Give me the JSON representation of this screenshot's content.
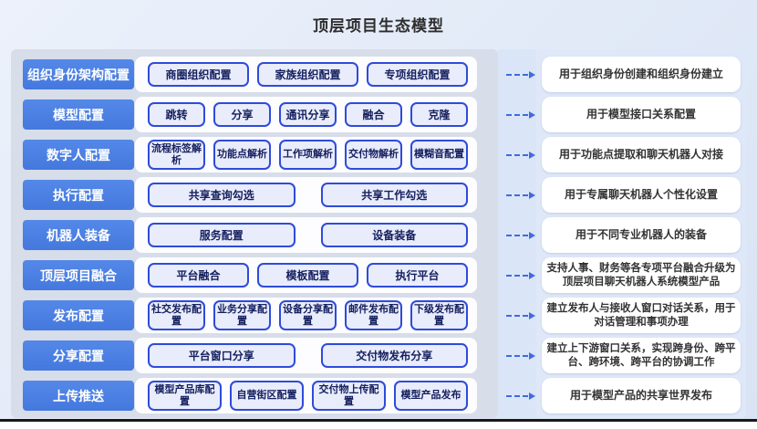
{
  "title": "顶层项目生态模型",
  "colors": {
    "category_blue": "#4a7ee2",
    "button_border_blue": "#2e4bd9",
    "button_fill": "#e9ecfb",
    "arrow_blue": "#3f6be0",
    "panel_bg": "#d7dde9"
  },
  "rows": [
    {
      "label": "组织身份架构配置",
      "buttons": [
        "商圈组织配置",
        "家族组织配置",
        "专项组织配置"
      ],
      "desc": "用于组织身份创建和组织身份建立"
    },
    {
      "label": "模型配置",
      "buttons": [
        "跳转",
        "分享",
        "通讯分享",
        "融合",
        "克隆"
      ],
      "desc": "用于模型接口关系配置"
    },
    {
      "label": "数字人配置",
      "buttons": [
        "流程标签解析",
        "功能点解析",
        "工作项解析",
        "交付物解析",
        "模糊音配置"
      ],
      "desc": "用于功能点提取和聊天机器人对接"
    },
    {
      "label": "执行配置",
      "buttons": [
        "共享查询勾选",
        "共享工作勾选"
      ],
      "desc": "用于专属聊天机器人个性化设置"
    },
    {
      "label": "机器人装备",
      "buttons": [
        "服务配置",
        "设备装备"
      ],
      "desc": "用于不同专业机器人的装备"
    },
    {
      "label": "顶层项目融合",
      "buttons": [
        "平台融合",
        "模板配置",
        "执行平台"
      ],
      "desc": "支持人事、财务等各专项平台融合升级为顶层项目聊天机器人系统模型产品"
    },
    {
      "label": "发布配置",
      "buttons": [
        "社交发布配置",
        "业务分享配置",
        "设备分享配置",
        "邮件发布配置",
        "下级发布配置"
      ],
      "desc": "建立发布人与接收人窗口对话关系，用于对话管理和事项办理"
    },
    {
      "label": "分享配置",
      "buttons": [
        "平台窗口分享",
        "交付物发布分享"
      ],
      "desc": "建立上下游窗口关系，实现跨身份、跨平台、跨环境、跨平台的协调工作"
    },
    {
      "label": "上传推送",
      "buttons": [
        "模型产品库配置",
        "自营街区配置",
        "交付物上传配置",
        "模型产品发布"
      ],
      "desc": "用于模型产品的共享世界发布"
    }
  ]
}
